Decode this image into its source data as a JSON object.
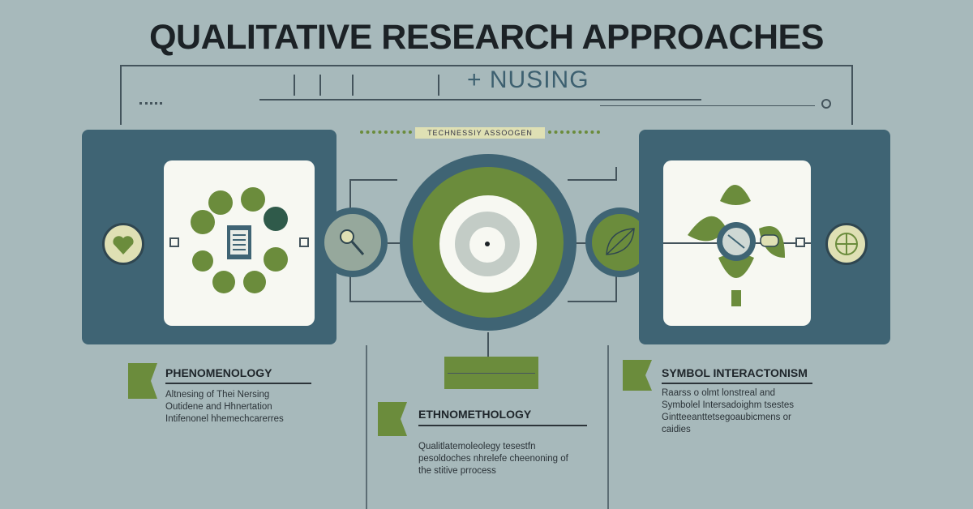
{
  "title": "QUALITATIVE RESEARCH APPROACHES",
  "subtitle": "+ NUSING",
  "banner": "TECHNESSIY ASSOOGEN",
  "colors": {
    "background": "#a7b9bb",
    "panel": "#3f6474",
    "green": "#6b8c3c",
    "dark_green": "#2f5a4a",
    "cream": "#dfe0b4",
    "card": "#f7f8f2"
  },
  "icons": {
    "left_badge": "heart-icon",
    "left_hub": "clipboard-icon",
    "left_connector": "magnifier-icon",
    "center": "target-icon",
    "right_connector": "leaf-icon",
    "right_hub": "lens-icon",
    "right_badge": "grid-icon"
  },
  "sections": [
    {
      "heading": "PHENOMENOLOGY",
      "text": "Altnesing of Thei Nersing\nOutidene and Hhnertation\nIntifenonel hhemechcarerres"
    },
    {
      "heading": "ETHNOMETHOLOGY",
      "text": "Qualitlatemoleolegy tesestfn\npesoldoches nhrelefe cheenoning of\nthe stitive prrocess"
    },
    {
      "heading": "SYMBOL INTERACTONISM",
      "text": "Raarss o olmt lonstreal and\nSymbolel Intersadoighm tsestes\nGintteeanttetsegoaubicmens or\ncaidies"
    }
  ]
}
